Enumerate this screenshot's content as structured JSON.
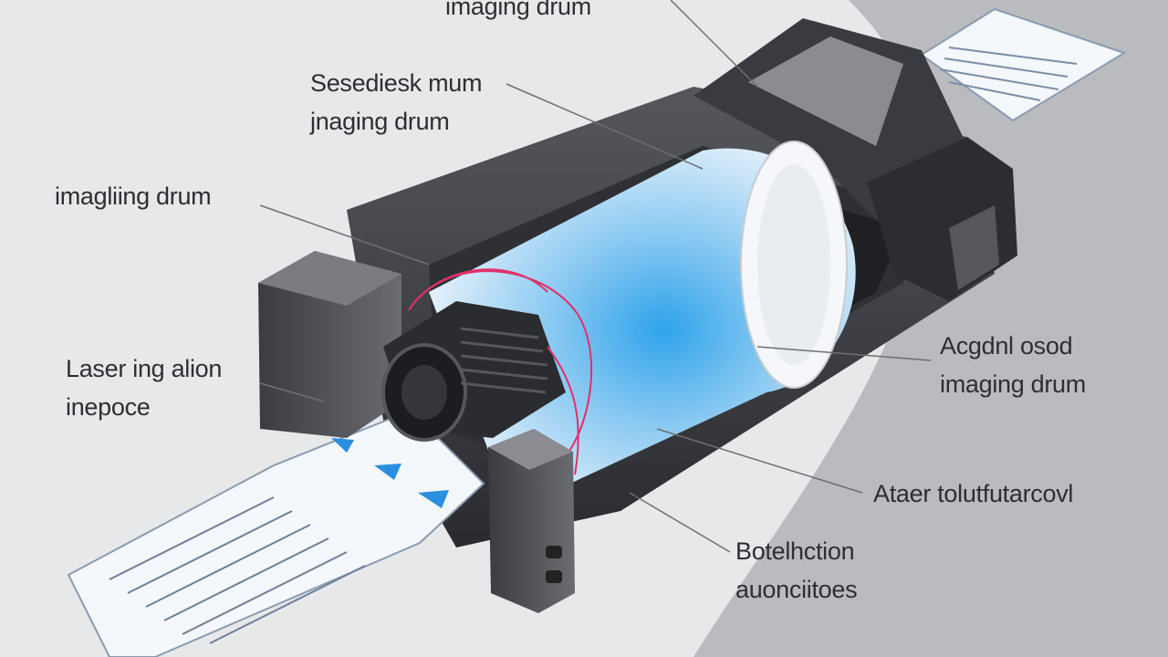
{
  "labels": {
    "top": {
      "line1": "imaging drum"
    },
    "upper_left": {
      "line1": "Sesediesk mum",
      "line2": "jnaging drum"
    },
    "left": {
      "line1": "imagliing drum"
    },
    "lower_left": {
      "line1": "Laser ing alion",
      "line2": "inepoce"
    },
    "right": {
      "line1": "Acgdnl osod",
      "line2": "imaging drum"
    },
    "lower_right": {
      "line1": "Ataer tolutfutarcovl"
    },
    "bottom_right": {
      "line1": "Botelhction",
      "line2": "auonciitoes"
    }
  },
  "colors": {
    "background": "#e7e8ea",
    "housing": "#3a3b3f",
    "drum_glow": "#3aa9ec",
    "laser_arc": "#e0306a",
    "feed_arrow": "#2a8fe0",
    "paper": "#f4f7fb"
  },
  "icons": [
    "laser-module-icon",
    "feed-arrow-icon"
  ]
}
